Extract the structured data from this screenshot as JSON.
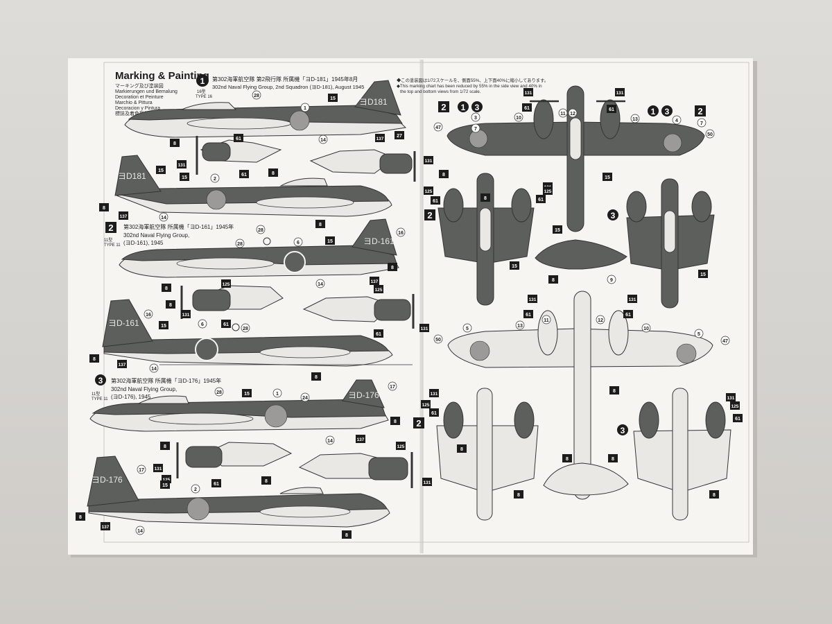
{
  "header": {
    "title": "Marking & Painting",
    "subtitles": [
      "マーキング及び塗装図",
      "Markierungen und Bemalung",
      "Decoration et Peinture",
      "Marchio & Pittura",
      "Decoracion y Pintura",
      "標誌及着色指示"
    ]
  },
  "scale_note": {
    "jp": "◆この塗装図は1/72スケールを、側面55%、上下面40%に縮小してあります。",
    "en1": "◆This marking chart has been reduced by 55% in the side view and 40% in",
    "en2": "the top and bottom views from 1/72 scale."
  },
  "variants": [
    {
      "number": "1",
      "jp": "第302海軍航空隊 第2飛行隊 所属機「ヨD-181」1945年8月",
      "en1": "302nd Naval Flying Group, 2nd Squadron (ヨD-181), August 1945",
      "en2": "",
      "type_jp": "16型",
      "type_en": "TYPE 16",
      "tail": "ヨD181",
      "tail_lower": "ヨD181"
    },
    {
      "number": "2",
      "jp": "第302海軍航空隊 所属機「ヨD-161」1945年",
      "en1": "302nd Naval Flying Group,",
      "en2": "(ヨD-161), 1945",
      "type_jp": "11型",
      "type_en": "TYPE 11",
      "tail": "ヨD-161",
      "tail_lower": "ヨD-161"
    },
    {
      "number": "3",
      "jp": "第302海軍航空隊 所属機「ヨD-176」1945年",
      "en1": "302nd Naval Flying Group,",
      "en2": "(ヨD-176), 1945",
      "type_jp": "11型",
      "type_en": "TYPE 11",
      "tail": "ヨD-176",
      "tail_lower": "ヨD-176"
    }
  ],
  "plan_view_labels": {
    "top_left": [
      "2",
      "1",
      "3"
    ],
    "top_right": [
      "1",
      "3",
      "2"
    ],
    "underside_left": "2",
    "underside_right": "3",
    "detail_right": "3",
    "detail_left": "2"
  },
  "callouts": {
    "side1_top": [
      "28",
      "1",
      "15"
    ],
    "side1_bottom": [
      "8",
      "14",
      "137",
      "27"
    ],
    "eng1": [
      "61",
      "131",
      "61",
      "8",
      "131"
    ],
    "side1b": [
      "15",
      "15",
      "2",
      "8",
      "137",
      "14",
      "8"
    ],
    "side2_top": [
      "28",
      "28",
      "6",
      "15",
      "16"
    ],
    "side2_bottom": [
      "8",
      "14",
      "137",
      "8"
    ],
    "eng2": [
      "125",
      "8",
      "131",
      "61",
      "125",
      "131",
      "61"
    ],
    "side2b": [
      "16",
      "15",
      "6",
      "28",
      "8",
      "137",
      "14",
      "8"
    ],
    "side3_top": [
      "28",
      "15",
      "1",
      "24",
      "17"
    ],
    "side3_bottom": [
      "14",
      "137",
      "8"
    ],
    "eng3": [
      "8",
      "131",
      "125",
      "61",
      "8",
      "125",
      "131"
    ],
    "side3b": [
      "17",
      "15",
      "2",
      "8",
      "137",
      "14",
      "8"
    ],
    "plan_top": [
      "3",
      "7",
      "47",
      "10",
      "11",
      "12",
      "13",
      "4",
      "7",
      "50",
      "131",
      "61",
      "131",
      "61",
      "15"
    ],
    "plan_detail": [
      "8",
      "125",
      "61",
      "8",
      "131",
      "61",
      "125",
      "15",
      "15",
      "8",
      "9",
      "15"
    ],
    "plan_under": [
      "5",
      "50",
      "13",
      "11",
      "12",
      "10",
      "5",
      "47",
      "131",
      "61",
      "131",
      "61",
      "8"
    ],
    "plan_under_detail": [
      "131",
      "125",
      "61",
      "8",
      "8",
      "8",
      "8",
      "131",
      "125",
      "61",
      "8"
    ]
  },
  "colors": {
    "paper": "#f6f5f2",
    "dark_green": "#5d5f5c",
    "hinomaru_grey": "#9c9a98",
    "light_grey": "#e9e8e5",
    "ink": "#1c1c1c"
  }
}
